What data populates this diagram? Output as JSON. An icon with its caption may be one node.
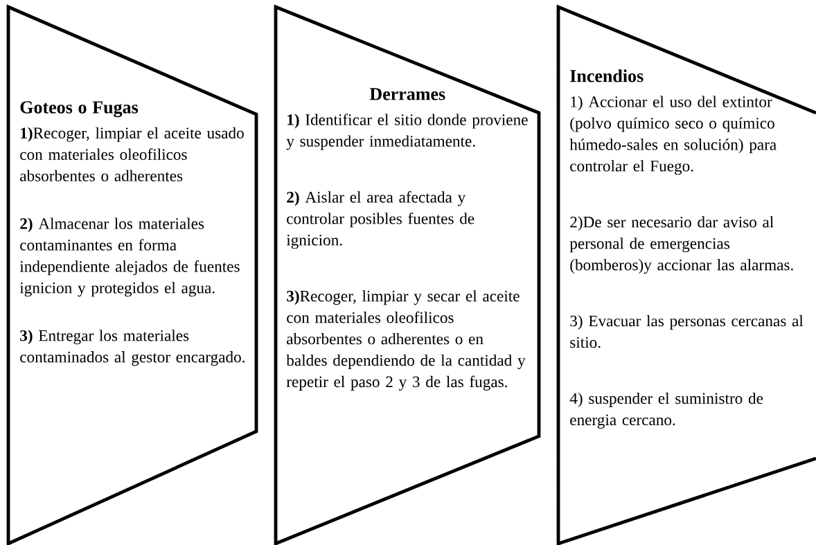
{
  "diagram": {
    "nodes": [
      {
        "text": [
          "Goteos o Fugas",
          "**1)**Recoger, limpiar el aceite usado con materiales oleofilicos absorbentes o adherentes",
          "**2)** Almacenar los materiales contaminantes en forma independiente alejados de fuentes ignicion y protegidos el agua.",
          "**3)** Entregar los materiales contaminados al gestor encargado."
        ]
      },
      {
        "text": [
          "Derrames",
          "**1)** Identificar el sitio donde proviene y suspender inmediatamente.",
          "**2)** Aislar el area afectada y controlar posibles fuentes de ignicion.",
          "**3)**Recoger, limpiar y secar el aceite con materiales oleofilicos absorbentes o adherentes o en baldes dependiendo de la cantidad y repetir el paso 2 y 3 de las fugas."
        ]
      },
      {
        "text": [
          "Incendios",
          "1) Accionar el uso del extintor (polvo químico seco o químico húmedo-sales en solución) para controlar el Fuego.",
          "2)De ser necesario dar aviso al personal de emergencias (bomberos)y accionar las alarmas.",
          "3) Evacuar las personas cercanas al sitio.",
          "4) suspender el suministro de energia cercano."
        ]
      }
    ]
  }
}
